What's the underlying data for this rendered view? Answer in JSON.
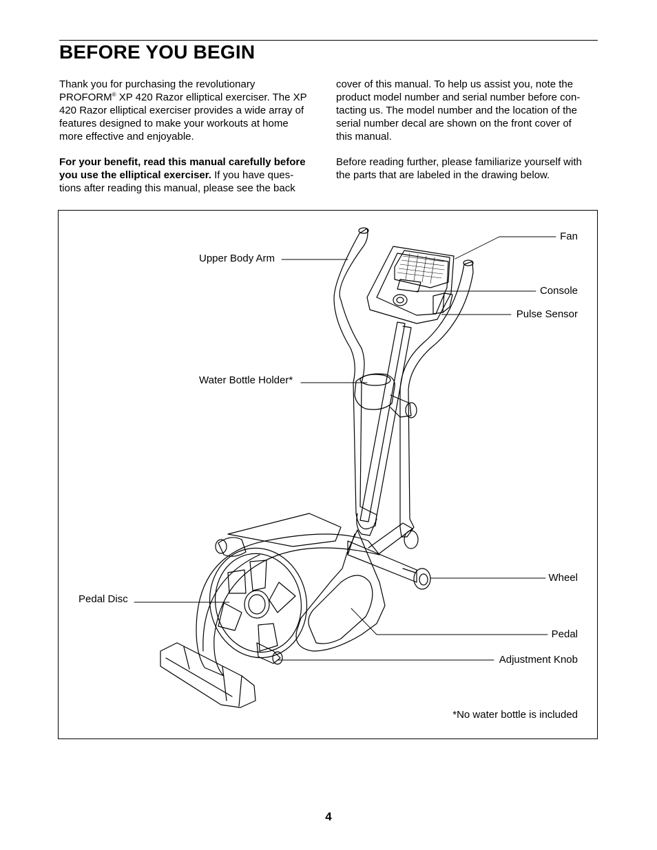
{
  "heading": "BEFORE YOU BEGIN",
  "intro_left": {
    "p1_l1": "Thank you for purchasing the revolutionary",
    "p1_l2a": "PROFORM",
    "p1_l2sup": "®",
    "p1_l2b": " XP 420 Razor elliptical exerciser. The XP",
    "p1_l3": "420 Razor elliptical exerciser provides a wide array of",
    "p1_l4": "features designed to make your workouts at home",
    "p1_l5": "more effective and enjoyable.",
    "p2_l1": "For your benefit, read this manual carefully before",
    "p2_l2a": "you use the elliptical exerciser.",
    "p2_l2b": " If you have ques-",
    "p2_l3": "tions after reading this manual, please see the back"
  },
  "intro_right": {
    "p1_l1": "cover of this manual. To help us assist you, note the",
    "p1_l2": "product model number and serial number before con-",
    "p1_l3": "tacting us. The model number and the location of the",
    "p1_l4": "serial number decal are shown on the front cover of",
    "p1_l5": "this manual.",
    "p2_l1": "Before reading further, please familiarize yourself with",
    "p2_l2": "the parts that are labeled in the drawing below."
  },
  "figure": {
    "labels": {
      "fan": "Fan",
      "upper_body_arm": "Upper Body Arm",
      "console": "Console",
      "pulse_sensor": "Pulse Sensor",
      "water_bottle_holder": "Water Bottle Holder*",
      "wheel": "Wheel",
      "pedal_disc": "Pedal Disc",
      "pedal": "Pedal",
      "adjustment_knob": "Adjustment Knob"
    },
    "footnote": "*No water bottle is included"
  },
  "page_number": "4"
}
